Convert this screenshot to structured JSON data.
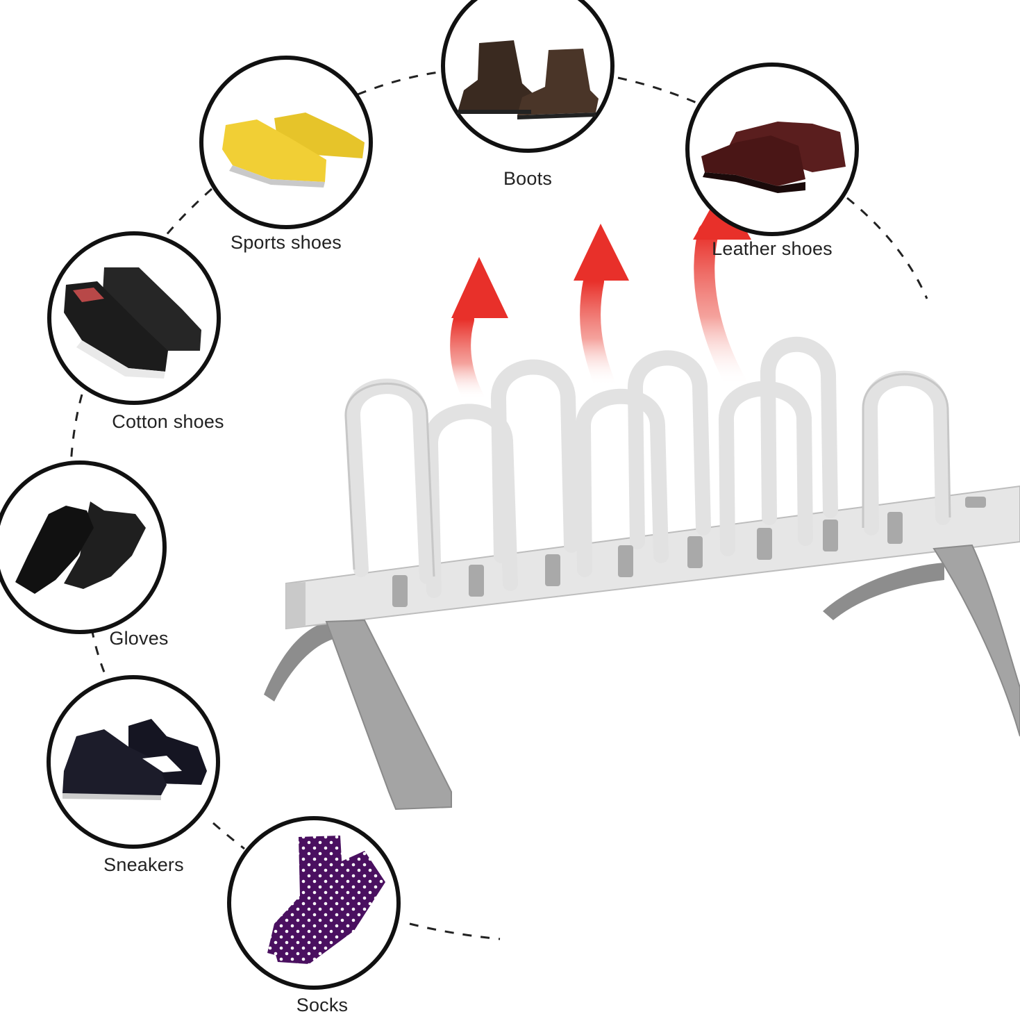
{
  "items": [
    {
      "label": "Boots",
      "icon": "boots-icon"
    },
    {
      "label": "Sports shoes",
      "icon": "sports-shoes-icon"
    },
    {
      "label": "Leather shoes",
      "icon": "leather-shoes-icon"
    },
    {
      "label": "Cotton shoes",
      "icon": "cotton-shoes-icon"
    },
    {
      "label": "Gloves",
      "icon": "gloves-icon"
    },
    {
      "label": "Sneakers",
      "icon": "sneakers-icon"
    },
    {
      "label": "Socks",
      "icon": "socks-icon"
    }
  ],
  "colors": {
    "rack": "#e6e6e6",
    "rack_stroke": "#b9b9b9",
    "legs": "#9a9a9a",
    "heat_arrow": "#e8302a",
    "circle_border": "#111111",
    "dashes": "#222222"
  }
}
